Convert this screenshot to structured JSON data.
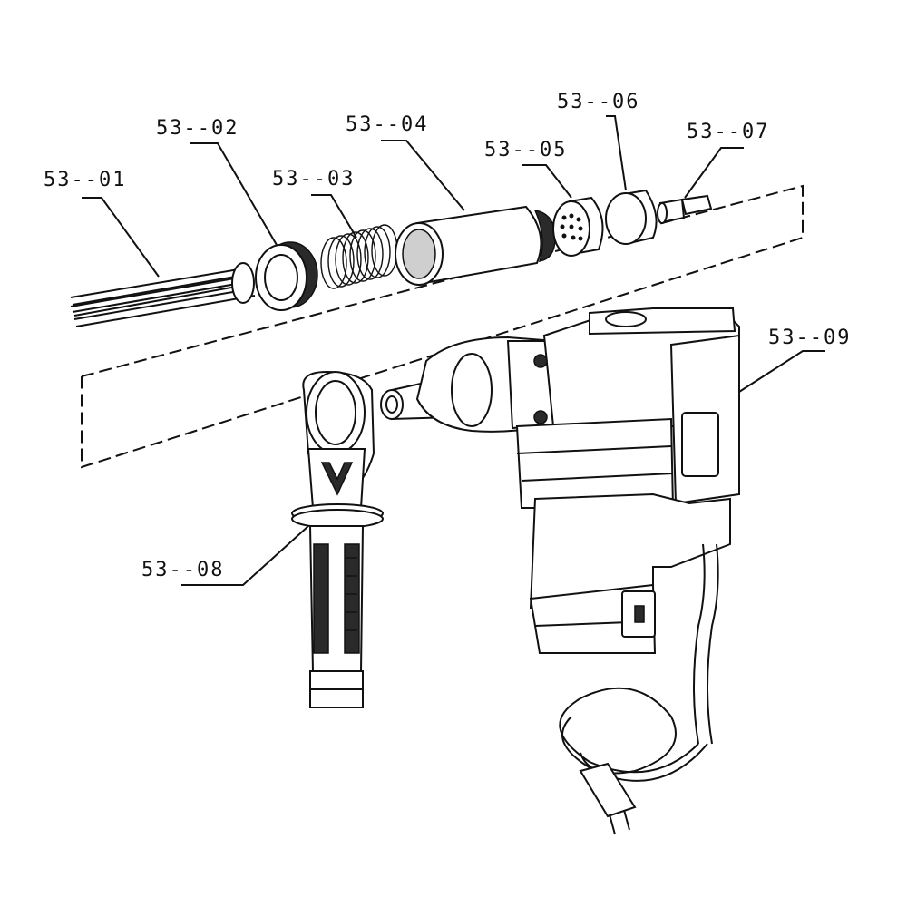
{
  "diagram": {
    "labels": [
      "53--01",
      "53--02",
      "53--03",
      "53--04",
      "53--05",
      "53--06",
      "53--07",
      "53--08",
      "53--09"
    ]
  }
}
